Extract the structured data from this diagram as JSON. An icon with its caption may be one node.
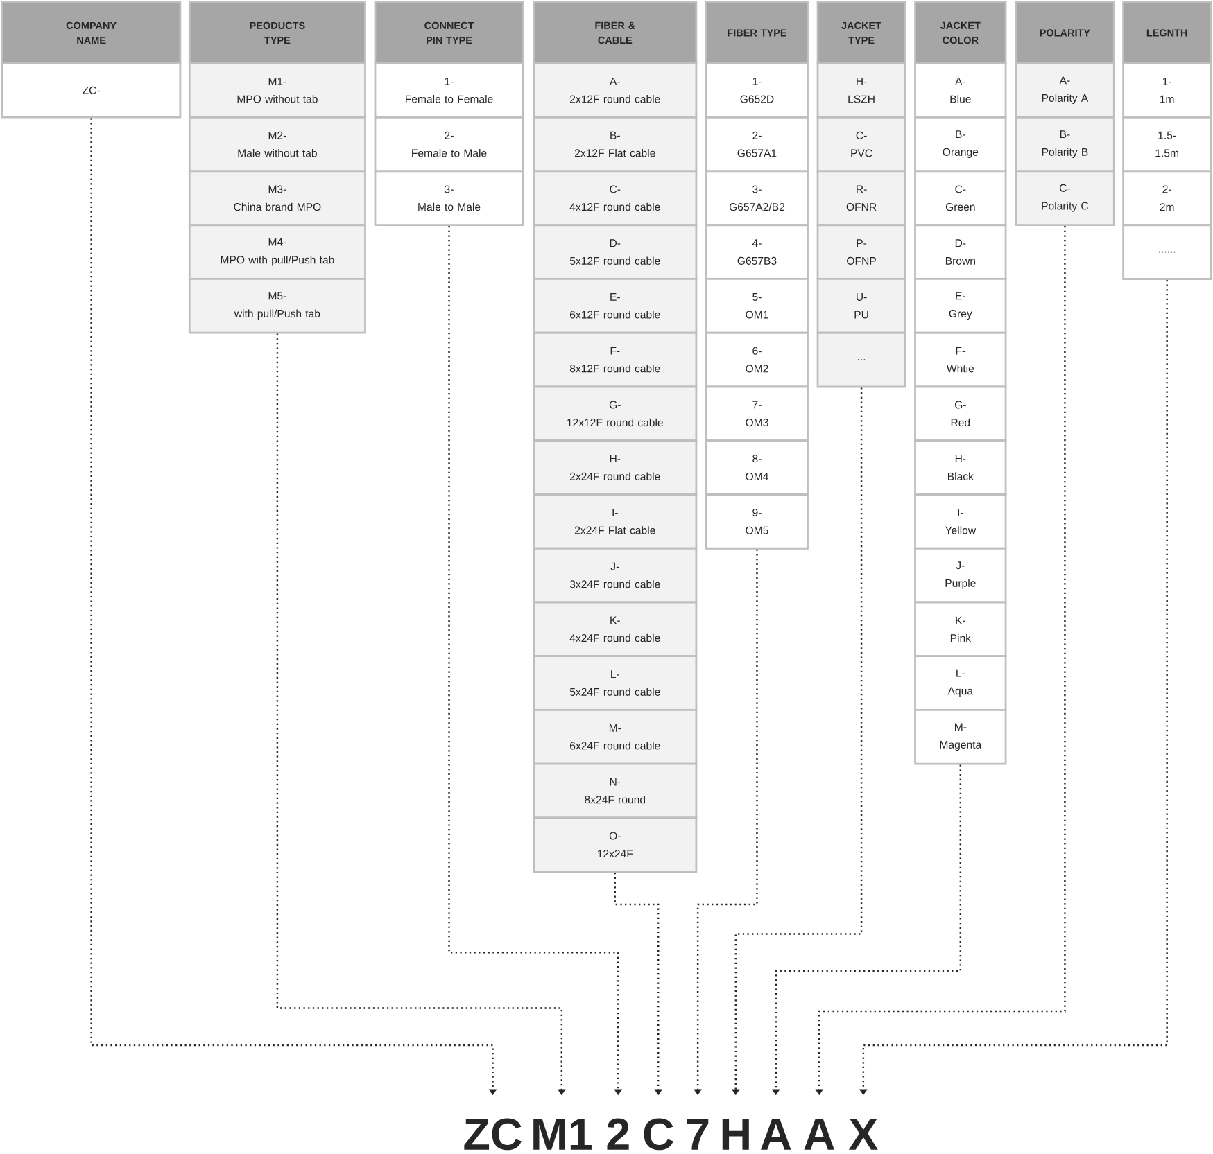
{
  "diagram": {
    "nodes": [
      {
        "text": [
          "COMPANY NAME"
        ]
      },
      {
        "text": [
          "ZC-"
        ]
      },
      {
        "text": [
          "PEODUCTS TYPE"
        ]
      },
      {
        "text": [
          "M1-",
          "MPO without tab"
        ]
      },
      {
        "text": [
          "M2-",
          "Male without tab"
        ]
      },
      {
        "text": [
          "M3-",
          "China brand MPO"
        ]
      },
      {
        "text": [
          "M4-",
          "MPO with pull/Push tab"
        ]
      },
      {
        "text": [
          "M5-",
          "with pull/Push tab"
        ]
      },
      {
        "text": [
          "CONNECT PIN TYPE"
        ]
      },
      {
        "text": [
          "1-",
          "Female to Female"
        ]
      },
      {
        "text": [
          "2-",
          "Female to Male"
        ]
      },
      {
        "text": [
          "3-",
          "Male to Male"
        ]
      },
      {
        "text": [
          "FIBER & CABLE"
        ]
      },
      {
        "text": [
          "A-",
          "2x12F round cable"
        ]
      },
      {
        "text": [
          "B-",
          "2x12F Flat cable"
        ]
      },
      {
        "text": [
          "C-",
          "4x12F round cable"
        ]
      },
      {
        "text": [
          "D-",
          "5x12F round cable"
        ]
      },
      {
        "text": [
          "E-",
          "6x12F round cable"
        ]
      },
      {
        "text": [
          "F-",
          "8x12F round cable"
        ]
      },
      {
        "text": [
          "G-",
          "12x12F round cable"
        ]
      },
      {
        "text": [
          "H-",
          "2x24F round cable"
        ]
      },
      {
        "text": [
          "I-",
          "2x24F Flat cable"
        ]
      },
      {
        "text": [
          "J-",
          "3x24F round cable"
        ]
      },
      {
        "text": [
          "K-",
          "4x24F round cable"
        ]
      },
      {
        "text": [
          "L-",
          "5x24F round cable"
        ]
      },
      {
        "text": [
          "M-",
          "6x24F round cable"
        ]
      },
      {
        "text": [
          "N-",
          "8x24F round"
        ]
      },
      {
        "text": [
          "O-",
          "12x24F"
        ]
      },
      {
        "text": [
          "FIBER TYPE"
        ]
      },
      {
        "text": [
          "1-",
          "G652D"
        ]
      },
      {
        "text": [
          "2-",
          "G657A1"
        ]
      },
      {
        "text": [
          "3-",
          "G657A2/B2"
        ]
      },
      {
        "text": [
          "4-",
          "G657B3"
        ]
      },
      {
        "text": [
          "5-",
          "OM1"
        ]
      },
      {
        "text": [
          "6-",
          "OM2"
        ]
      },
      {
        "text": [
          "7-",
          "OM3"
        ]
      },
      {
        "text": [
          "8-",
          "OM4"
        ]
      },
      {
        "text": [
          "9-",
          "OM5"
        ]
      },
      {
        "text": [
          "JACKET TYPE"
        ]
      },
      {
        "text": [
          "H-",
          "LSZH"
        ]
      },
      {
        "text": [
          "C-",
          "PVC"
        ]
      },
      {
        "text": [
          "R-",
          "OFNR"
        ]
      },
      {
        "text": [
          "P-",
          "OFNP"
        ]
      },
      {
        "text": [
          "U-",
          "PU"
        ]
      },
      {
        "text": [
          "..."
        ]
      },
      {
        "text": [
          "JACKET COLOR"
        ]
      },
      {
        "text": [
          "A-",
          "Blue"
        ]
      },
      {
        "text": [
          "B-",
          "Orange"
        ]
      },
      {
        "text": [
          "C-",
          "Green"
        ]
      },
      {
        "text": [
          "D-",
          "Brown"
        ]
      },
      {
        "text": [
          "E-",
          "Grey"
        ]
      },
      {
        "text": [
          "F-",
          "Whtie"
        ]
      },
      {
        "text": [
          "G-",
          "Red"
        ]
      },
      {
        "text": [
          "H-",
          "Black"
        ]
      },
      {
        "text": [
          "I-",
          "Yellow"
        ]
      },
      {
        "text": [
          "J-",
          "Purple"
        ]
      },
      {
        "text": [
          "K-",
          "Pink"
        ]
      },
      {
        "text": [
          "L-",
          "Aqua"
        ]
      },
      {
        "text": [
          "M-",
          "Magenta"
        ]
      },
      {
        "text": [
          "POLARITY"
        ]
      },
      {
        "text": [
          "A-",
          "Polarity A"
        ]
      },
      {
        "text": [
          "B-",
          "Polarity B"
        ]
      },
      {
        "text": [
          "C-",
          "Polarity C"
        ]
      },
      {
        "text": [
          "LEGNTH"
        ]
      },
      {
        "text": [
          "1-",
          "1m"
        ]
      },
      {
        "text": [
          "1.5-",
          "1.5m"
        ]
      },
      {
        "text": [
          "2-",
          "2m"
        ]
      },
      {
        "text": [
          "......"
        ]
      },
      {
        "text": [
          "ZC"
        ]
      },
      {
        "text": [
          "M1"
        ]
      },
      {
        "text": [
          "2"
        ]
      },
      {
        "text": [
          "C"
        ]
      },
      {
        "text": [
          "7"
        ]
      },
      {
        "text": [
          "H"
        ]
      },
      {
        "text": [
          "A"
        ]
      },
      {
        "text": [
          "A"
        ]
      },
      {
        "text": [
          "X"
        ]
      }
    ],
    "edges": [
      {
        "from": 1,
        "to": 68,
        "arrow": "to"
      },
      {
        "from": 7,
        "to": 69,
        "arrow": "to"
      },
      {
        "from": 11,
        "to": 70,
        "arrow": "to"
      },
      {
        "from": 27,
        "to": 71,
        "arrow": "to"
      },
      {
        "from": 37,
        "to": 72,
        "arrow": "to"
      },
      {
        "from": 44,
        "to": 73,
        "arrow": "to"
      },
      {
        "from": 58,
        "to": 74,
        "arrow": "to"
      },
      {
        "from": 62,
        "to": 75,
        "arrow": "to"
      },
      {
        "from": 67,
        "to": 76,
        "arrow": "to"
      }
    ]
  }
}
